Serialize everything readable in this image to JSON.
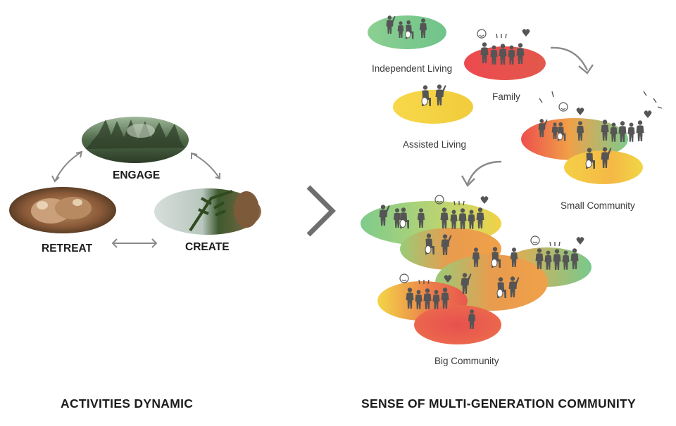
{
  "left": {
    "heading": "ACTIVITIES DYNAMIC",
    "engage": "ENGAGE",
    "retreat": "RETREAT",
    "create": "CREATE"
  },
  "right": {
    "heading": "SENSE OF MULTI-GENERATION COMMUNITY",
    "independent_living": "Independent Living",
    "family": "Family",
    "assisted_living": "Assisted Living",
    "small_community": "Small Community",
    "big_community": "Big Community"
  },
  "colors": {
    "green": "#7fc98f",
    "red": "#e8504e",
    "yellow": "#f3d442",
    "figure": "#555555",
    "arrow": "#8a8a8a"
  }
}
